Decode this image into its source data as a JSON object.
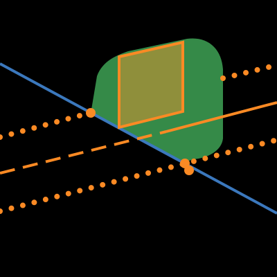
{
  "colors": {
    "background": "#000000",
    "green_region": "#358a48",
    "orange": "#fb8a24",
    "blue_line": "#3b78bd",
    "square_fill": "#8f8f3b"
  },
  "elements": {
    "green_region": {
      "shape": "rounded region"
    },
    "square": {
      "shape": "quadrilateral",
      "outline": "orange",
      "fill": "olive"
    },
    "blue_line": {
      "style": "solid"
    },
    "lines": [
      {
        "style": "dotted"
      },
      {
        "style": "solid-then-dashed"
      },
      {
        "style": "dotted"
      }
    ],
    "points": 3
  }
}
